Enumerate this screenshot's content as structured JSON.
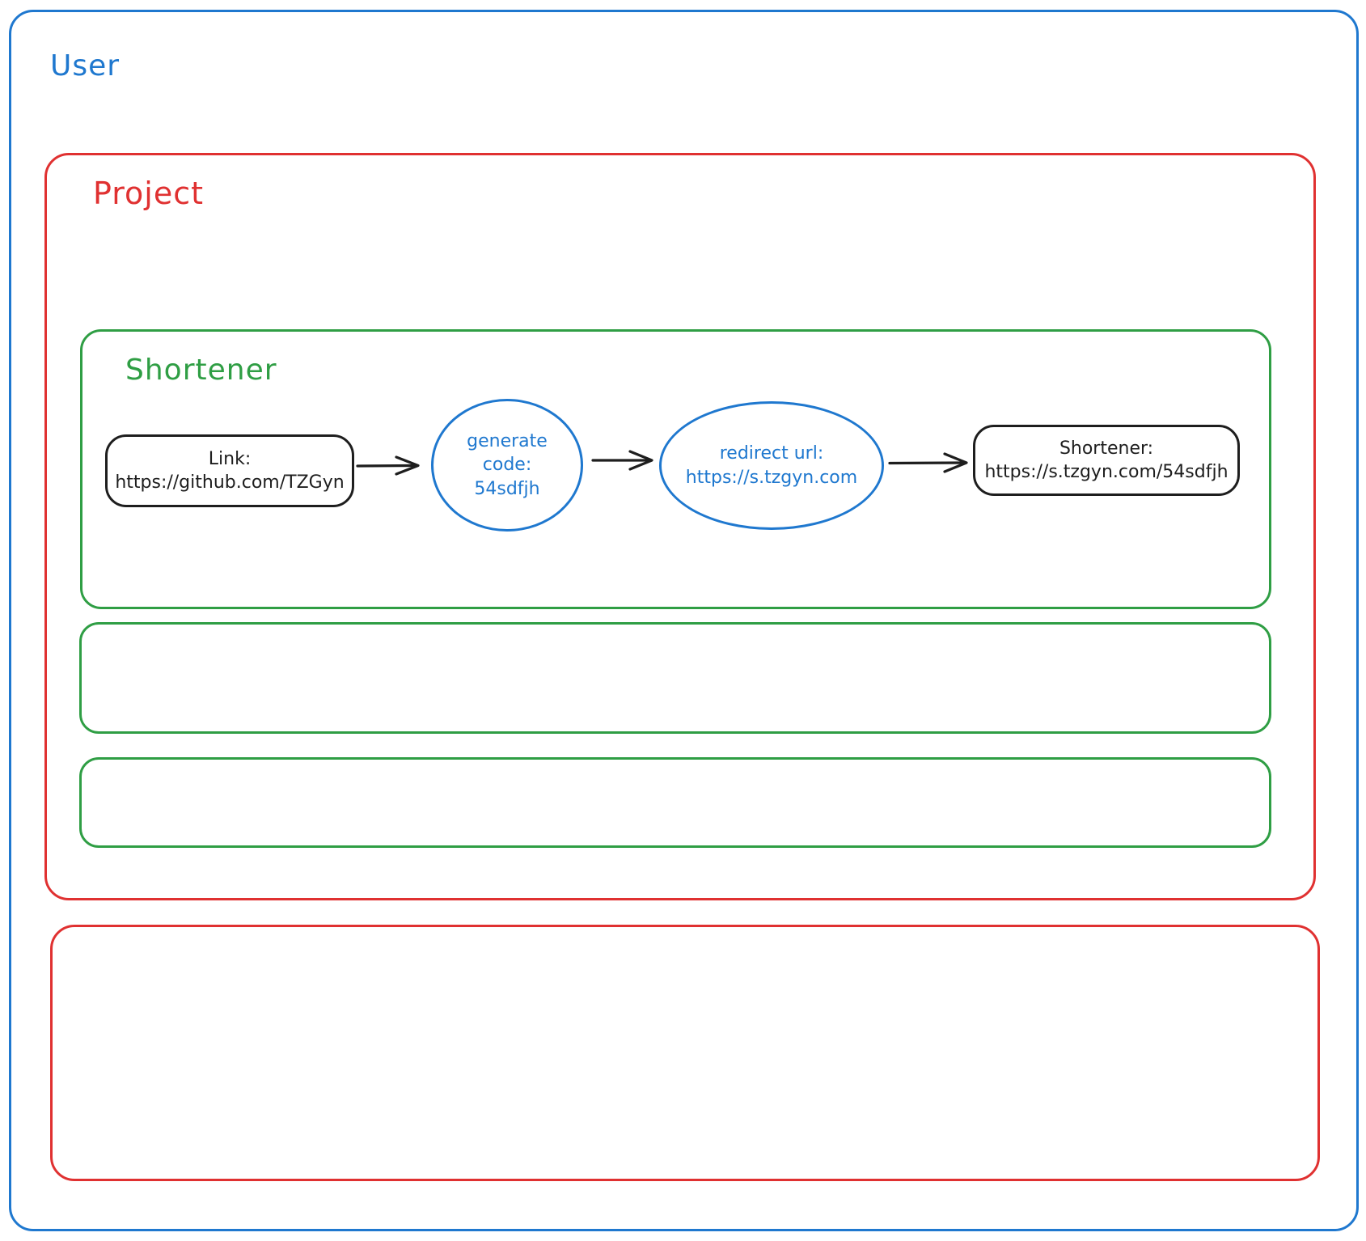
{
  "colors": {
    "blue": "#1f78cf",
    "red": "#e03131",
    "green": "#2f9e44",
    "ink": "#1e1e1e",
    "background": "#ffffff"
  },
  "diagram": {
    "user_container": {
      "label": "User"
    },
    "project_container": {
      "label": "Project"
    },
    "shortener_container": {
      "label": "Shortener"
    },
    "flow": {
      "link_node": {
        "title": "Link:",
        "value": "https://github.com/TZGyn"
      },
      "generate_node": {
        "line1": "generate",
        "line2": "code:",
        "line3": "54sdfjh"
      },
      "redirect_node": {
        "line1": "redirect url:",
        "line2": "https://s.tzgyn.com"
      },
      "result_node": {
        "title": "Shortener:",
        "value": "https://s.tzgyn.com/54sdfjh"
      }
    }
  }
}
